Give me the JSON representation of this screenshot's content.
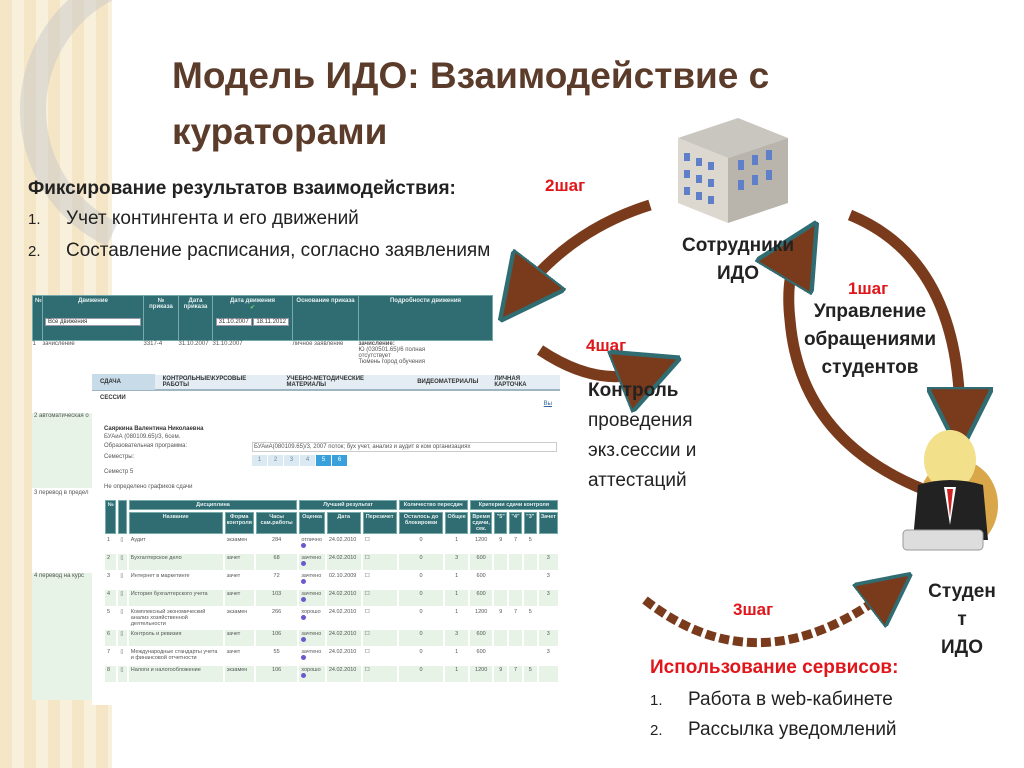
{
  "title": "Модель ИДО: Взаимодействие с кураторами",
  "title_line1": "Модель ИДО: Взаимодействие с",
  "title_line2": "кураторами",
  "section_heading": "Фиксирование результатов взаимодействия:",
  "section_items": [
    {
      "n": "1.",
      "text": "Учет контингента и его движений"
    },
    {
      "n": "2.",
      "text": "Составление расписания, согласно заявлениям"
    }
  ],
  "steps": {
    "s1": "1шаг",
    "s2": "2шаг",
    "s3": "3шаг",
    "s4": "4шаг"
  },
  "staff_label": "Сотрудники ИДО",
  "staff_l1": "Сотрудники",
  "staff_l2": "ИДО",
  "student_l1": "Студен",
  "student_l2": "т",
  "student_l3": "ИДО",
  "management": [
    "Управление",
    "обращениями",
    "студентов"
  ],
  "control": {
    "l1": "Контроль",
    "l2": "проведения",
    "l3": "экз.сессии и",
    "l4": "аттестаций"
  },
  "services_heading": "Использование сервисов:",
  "services_items": [
    {
      "n": "1.",
      "text": "Работа в web-кабинете"
    },
    {
      "n": "2.",
      "text": "Рассылка уведомлений"
    }
  ],
  "colors": {
    "accent": "#e0161a",
    "title": "#5b3b2a",
    "teal": "#2f6d73",
    "arrow": "#7a3b1c"
  },
  "movements": {
    "headers": [
      "№",
      "Движение",
      "№ приказа",
      "Дата приказа",
      "Дата движения",
      "Основание приказа",
      "Подробности движения"
    ],
    "filter": "Все движения",
    "date_from": "31.10.2007",
    "date_to": "18.11.2012",
    "row1": {
      "n": "1",
      "type": "зачисление",
      "order": "3317-4",
      "order_date": "31.10.2007",
      "move_date": "31.10.2007",
      "basis": "личное заявление",
      "details_title": "зачисление:",
      "details": [
        "Ю (030501.65)/6 полная",
        "отсутствует",
        "Тюмень город обучения"
      ]
    },
    "left_rows": [
      "2 автоматическая о",
      "3 перевод в предел",
      "4 перевод на курс"
    ]
  },
  "panel": {
    "tabs": [
      "СДАЧА СЕССИИ",
      "КОНТРОЛЬНЫЕ\\КУРСОВЫЕ РАБОТЫ",
      "УЧЕБНО-МЕТОДИЧЕСКИЕ МАТЕРИАЛЫ",
      "ВИДЕОМАТЕРИАЛЫ",
      "ЛИЧНАЯ КАРТОЧКА"
    ],
    "exit_link": "Вы",
    "student_name": "Саяркина Валентина Николаевна",
    "group": "БУАиА (080109.65)/3, 6сем.",
    "program_label": "Образовательная программа:",
    "program_value": "БУАиА(080109.65)/3, 2007 поток; бух учет, анализ и аудит в ком организациях",
    "semesters_label": "Семестры:",
    "semesters": [
      "1",
      "2",
      "3",
      "4",
      "5",
      "6"
    ],
    "semester_current": "Семестр 5",
    "no_schedule": "Не определено графиков сдачи"
  },
  "grades": {
    "group_headers": [
      "№",
      "Дисциплина",
      "Лучший результат",
      "Количество пересдач",
      "Критерии сдачи контроля"
    ],
    "headers": [
      "Название",
      "Форма контроля",
      "Часы сам.работы",
      "Оценка",
      "Дата",
      "Перезачет",
      "Осталось до блокировки",
      "Общее",
      "Время сдачи, сек.",
      "\"5\"",
      "\"4\"",
      "\"3\"",
      "Зачет"
    ],
    "rows": [
      [
        "1",
        "Аудит",
        "экзамен",
        "284",
        "отлично",
        "24.02.2010",
        "0",
        "1",
        "1200",
        "9",
        "7",
        "5",
        ""
      ],
      [
        "2",
        "Бухгалтерское дело",
        "зачет",
        "68",
        "зачтено",
        "24.02.2010",
        "0",
        "3",
        "600",
        "",
        "",
        "",
        "3"
      ],
      [
        "3",
        "Интернет в маркетинге",
        "зачет",
        "72",
        "зачтено",
        "02.10.2009",
        "0",
        "1",
        "600",
        "",
        "",
        "",
        "3"
      ],
      [
        "4",
        "История бухгалтерского учета",
        "зачет",
        "103",
        "зачтено",
        "24.02.2010",
        "0",
        "1",
        "600",
        "",
        "",
        "",
        "3"
      ],
      [
        "5",
        "Комплексный экономический анализ хозяйственной деятельности",
        "экзамен",
        "266",
        "хорошо",
        "24.02.2010",
        "0",
        "1",
        "1200",
        "9",
        "7",
        "5",
        ""
      ],
      [
        "6",
        "Контроль и ревизия",
        "зачет",
        "106",
        "зачтено",
        "24.02.2010",
        "0",
        "3",
        "600",
        "",
        "",
        "",
        "3"
      ],
      [
        "7",
        "Международные стандарты учета и финансовой отчетности",
        "зачет",
        "55",
        "зачтено",
        "24.02.2010",
        "0",
        "1",
        "600",
        "",
        "",
        "",
        "3"
      ],
      [
        "8",
        "Налоги и налогообложение",
        "экзамен",
        "106",
        "хорошо",
        "24.02.2010",
        "0",
        "1",
        "1200",
        "9",
        "7",
        "5",
        ""
      ]
    ]
  }
}
